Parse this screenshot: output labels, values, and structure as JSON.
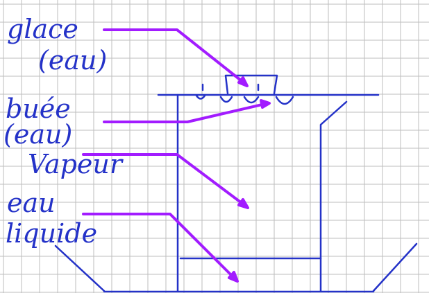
{
  "colors": {
    "background": "#ffffff",
    "grid": "#bdbdbd",
    "ink_blue": "#2432c8",
    "arrow_purple": "#a21cff"
  },
  "labels": {
    "glace": "glace",
    "glace_paren": "(eau)",
    "buee": "buée",
    "buee_paren": "(eau)",
    "vapeur": "Vapeur",
    "eau": "eau",
    "liquide": "liquide"
  }
}
